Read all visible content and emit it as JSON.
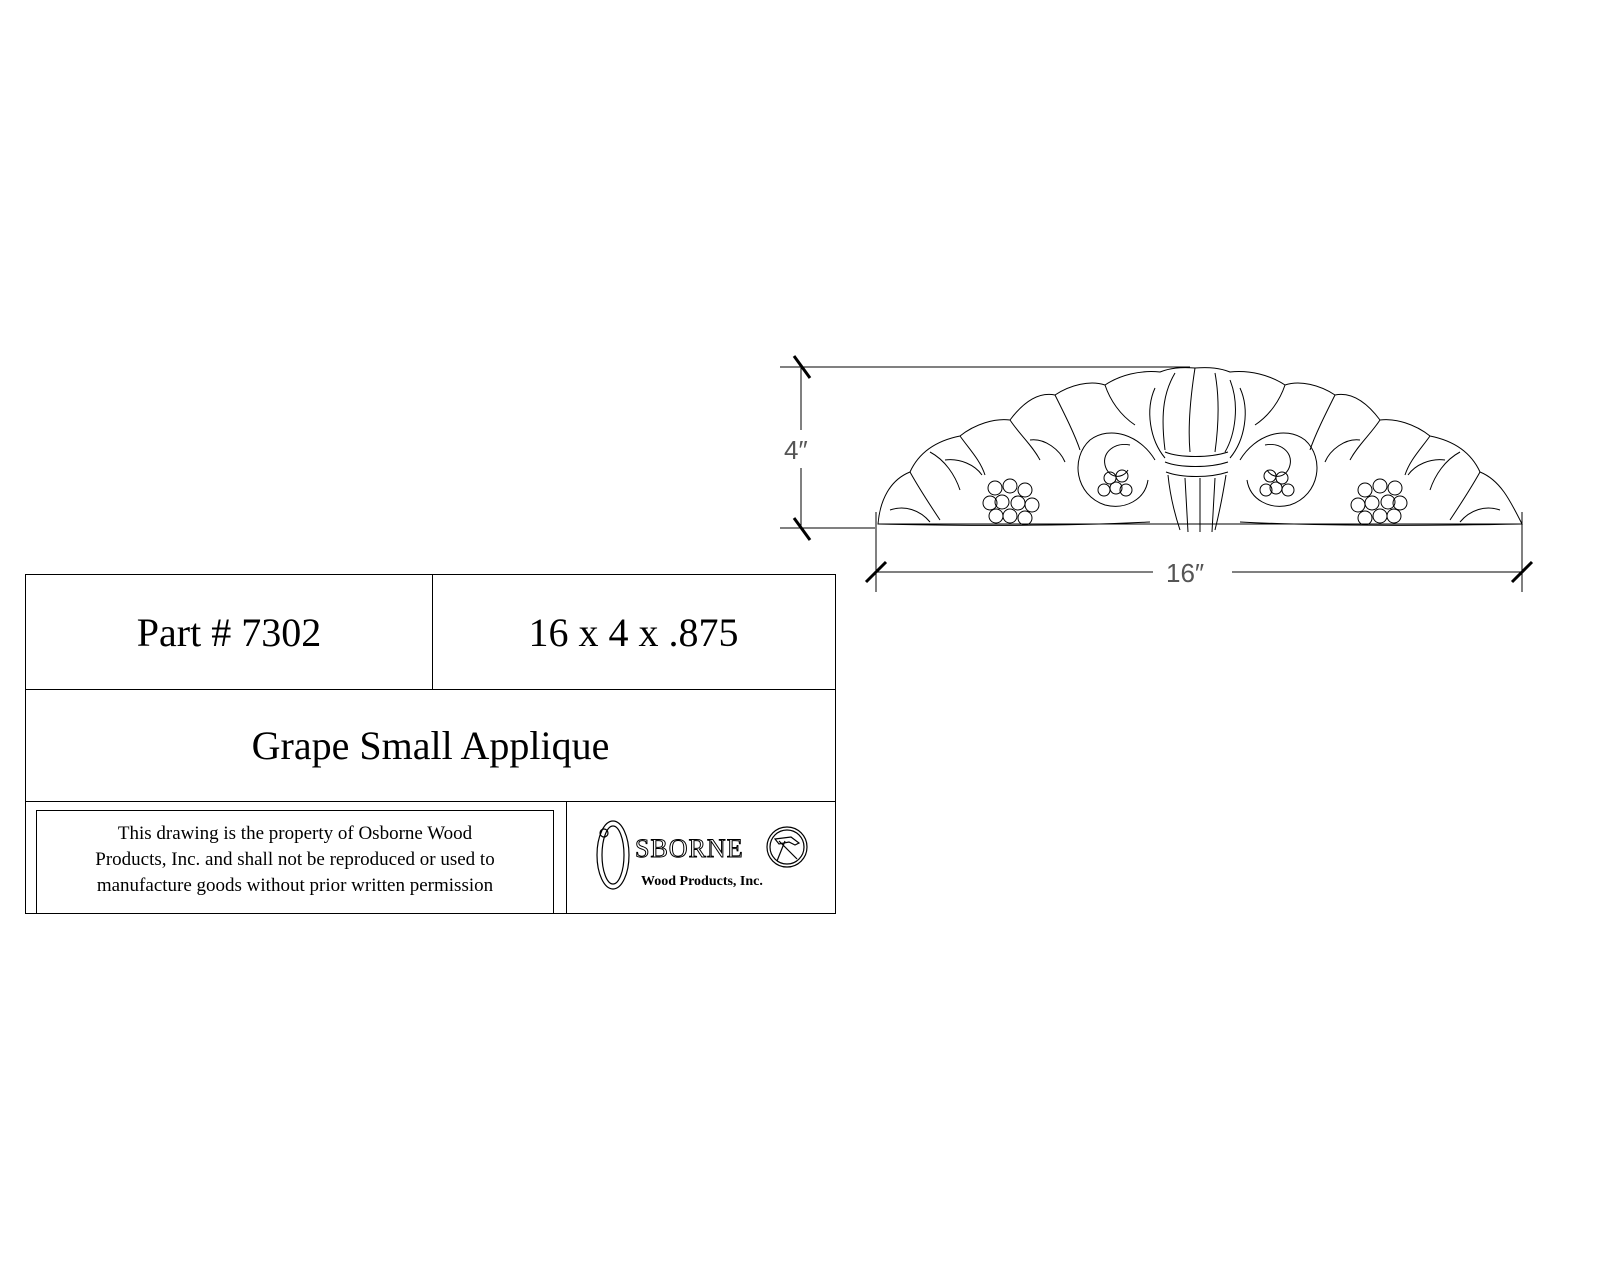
{
  "drawing": {
    "name": "applique-ornament",
    "height_dimension": "4″",
    "width_dimension": "16″"
  },
  "title_block": {
    "part_number": "Part # 7302",
    "dimensions": "16 x 4 x .875",
    "product_name": "Grape Small Applique",
    "notice_lines": [
      "This drawing is the property of Osborne Wood",
      "Products, Inc. and shall not be reproduced or used to",
      "manufacture goods without prior written permission"
    ],
    "logo": {
      "initial": "O",
      "wordmark": "SBORNE",
      "subtitle": "Wood Products, Inc.",
      "emblem": "hammer-icon"
    }
  }
}
